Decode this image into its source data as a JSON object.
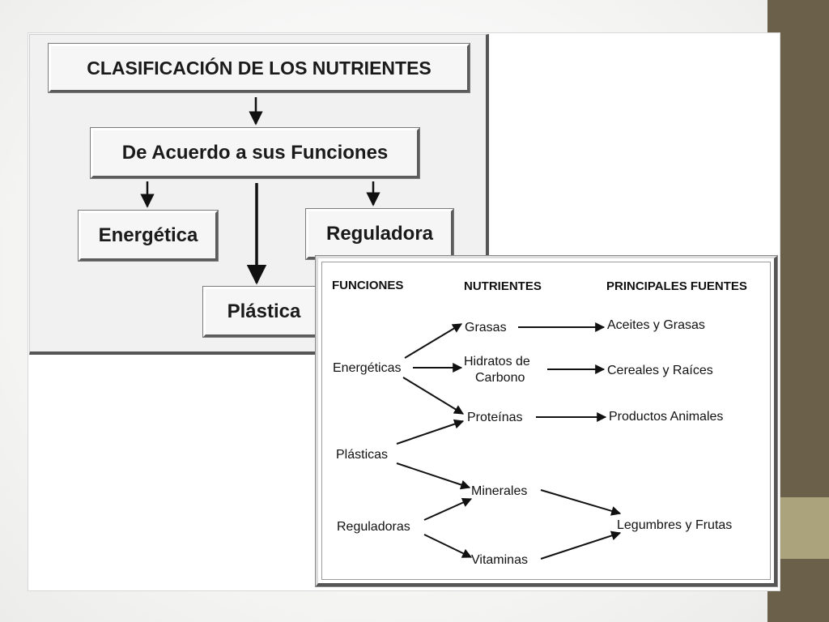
{
  "title_box": "CLASIFICACIÓN DE LOS NUTRIENTES",
  "criterion_box": "De Acuerdo a sus Funciones",
  "function_boxes": {
    "energetica": "Energética",
    "reguladora": "Reguladora",
    "plastica": "Plástica"
  },
  "table": {
    "headers": {
      "funciones": "FUNCIONES",
      "nutrientes": "NUTRIENTES",
      "fuentes": "PRINCIPALES FUENTES"
    },
    "functions": {
      "energeticas": "Energéticas",
      "plasticas": "Plásticas",
      "reguladoras": "Reguladoras"
    },
    "nutrients": {
      "grasas": "Grasas",
      "hidratos_line1": "Hidratos de",
      "hidratos_line2": "Carbono",
      "proteinas": "Proteínas",
      "minerales": "Minerales",
      "vitaminas": "Vitaminas"
    },
    "sources": {
      "aceites": "Aceites y Grasas",
      "cereales": "Cereales y Raíces",
      "productos": "Productos Animales",
      "legumbres": "Legumbres y Frutas"
    }
  }
}
